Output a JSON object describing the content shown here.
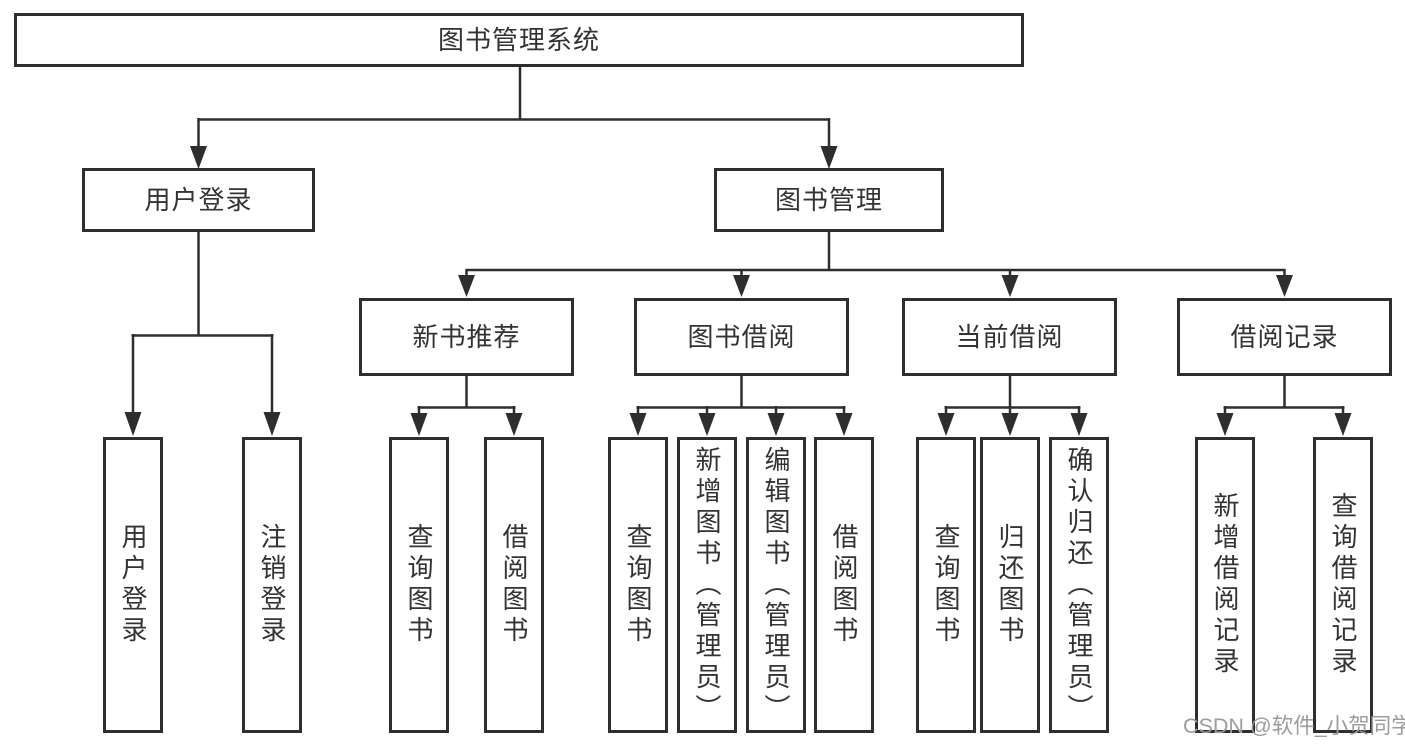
{
  "colors": {
    "line": "#2e2e2e",
    "text": "#333333",
    "watermark": "#9c9c9c"
  },
  "watermark": {
    "text": "CSDN @软件_小贺同学"
  },
  "tree": {
    "label": "图书管理系统",
    "children": [
      {
        "label": "用户登录",
        "children": [
          {
            "label": "用户登录"
          },
          {
            "label": "注销登录"
          }
        ]
      },
      {
        "label": "图书管理",
        "children": [
          {
            "label": "新书推荐",
            "children": [
              {
                "label": "查询图书"
              },
              {
                "label": "借阅图书"
              }
            ]
          },
          {
            "label": "图书借阅",
            "children": [
              {
                "label": "查询图书"
              },
              {
                "label": "新增图书（管理员）"
              },
              {
                "label": "编辑图书（管理员）"
              },
              {
                "label": "借阅图书"
              }
            ]
          },
          {
            "label": "当前借阅",
            "children": [
              {
                "label": "查询图书"
              },
              {
                "label": "归还图书"
              },
              {
                "label": "确认归还（管理员）"
              }
            ]
          },
          {
            "label": "借阅记录",
            "children": [
              {
                "label": "新增借阅记录"
              },
              {
                "label": "查询借阅记录"
              }
            ]
          }
        ]
      }
    ]
  }
}
